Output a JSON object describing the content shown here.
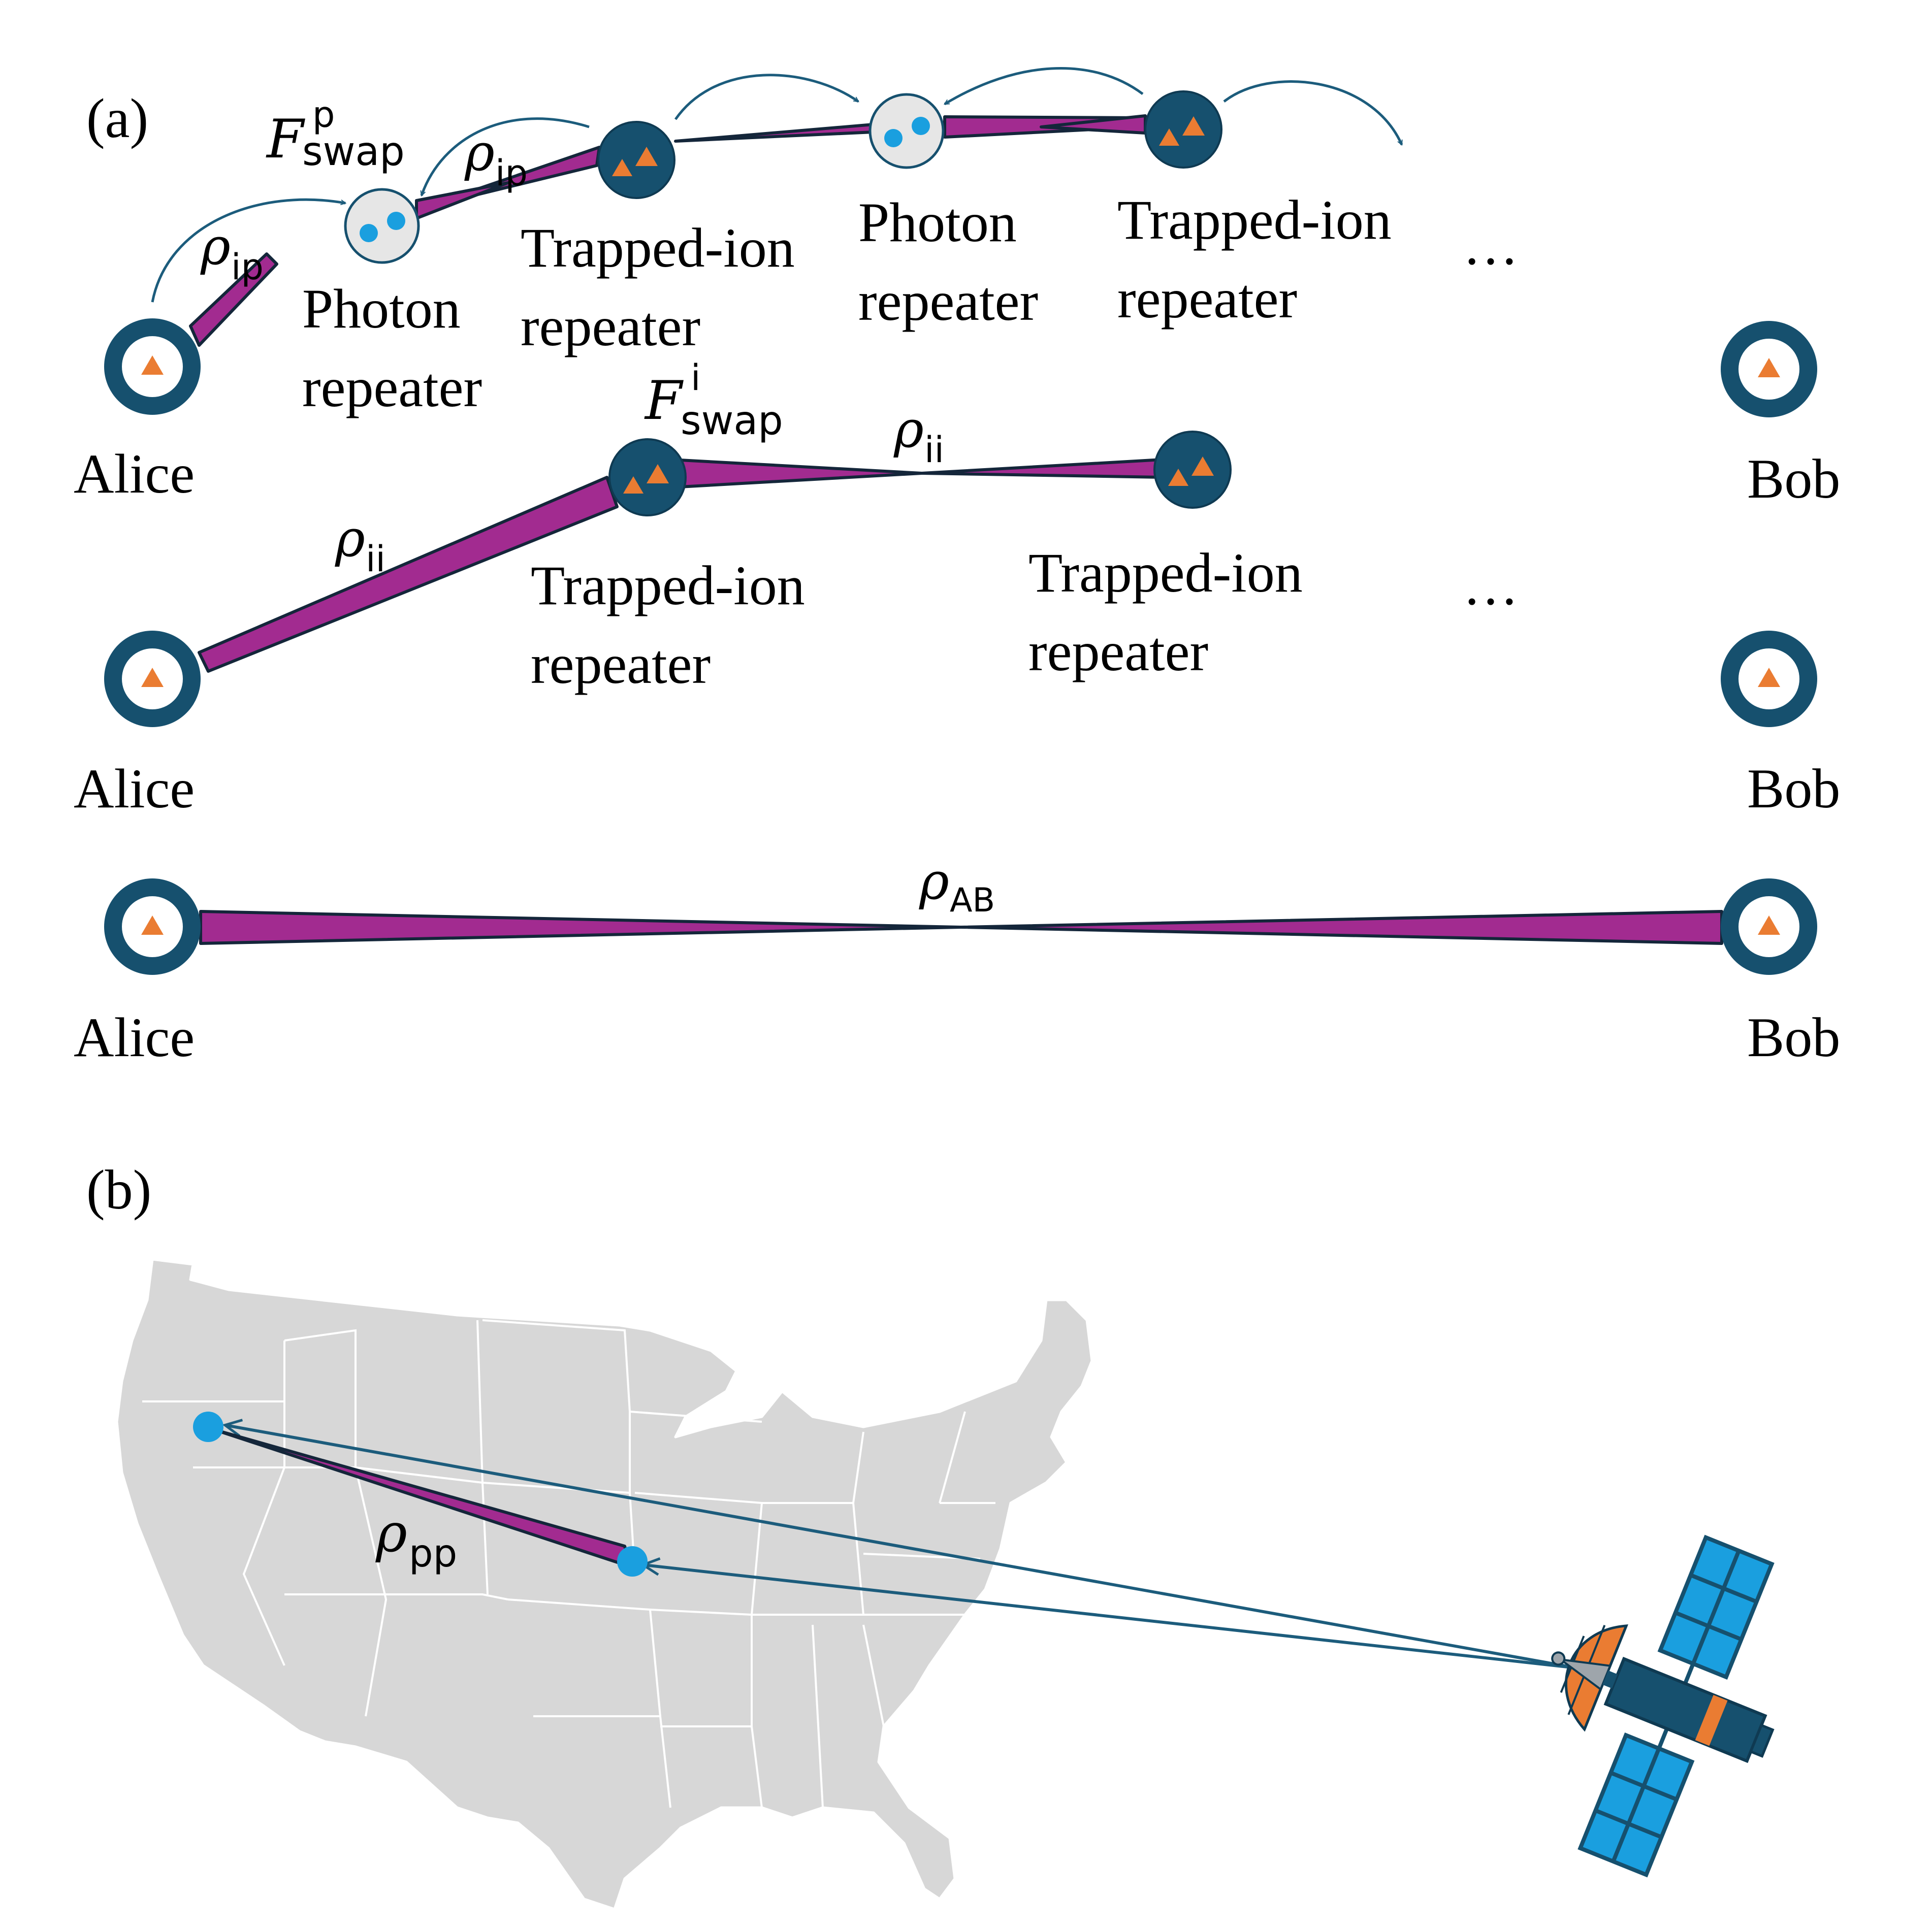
{
  "colors": {
    "node": "#16506e",
    "ion": "#ea7c32",
    "photon_fill": "#e6e6e6",
    "photon_dot": "#1a9fdf",
    "link": "#a22b90",
    "arrow": "#1c5c7c",
    "map": "#d7d7d7"
  },
  "panel_a": {
    "label": "(a)",
    "row1": {
      "alice": "Alice",
      "bob": "Bob",
      "photon1": [
        "Photon",
        "repeater"
      ],
      "ion1": [
        "Trapped-ion",
        "repeater"
      ],
      "photon2": [
        "Photon",
        "repeater"
      ],
      "ion2": [
        "Trapped-ion",
        "repeater"
      ],
      "ellipsis": "…",
      "rho": "ρ",
      "rho_sub": "ip",
      "fswap": "F",
      "fswap_sub": "swap",
      "fswap_sup": "p"
    },
    "row2": {
      "alice": "Alice",
      "bob": "Bob",
      "ion1": [
        "Trapped-ion",
        "repeater"
      ],
      "ion2": [
        "Trapped-ion",
        "repeater"
      ],
      "ellipsis": "…",
      "rho": "ρ",
      "rho_sub": "ii",
      "fswap": "F",
      "fswap_sub": "swap",
      "fswap_sup": "i"
    },
    "row3": {
      "alice": "Alice",
      "bob": "Bob",
      "rho": "ρ",
      "rho_sub": "AB"
    }
  },
  "panel_b": {
    "label": "(b)",
    "rho": "ρ",
    "rho_sub": "pp"
  }
}
